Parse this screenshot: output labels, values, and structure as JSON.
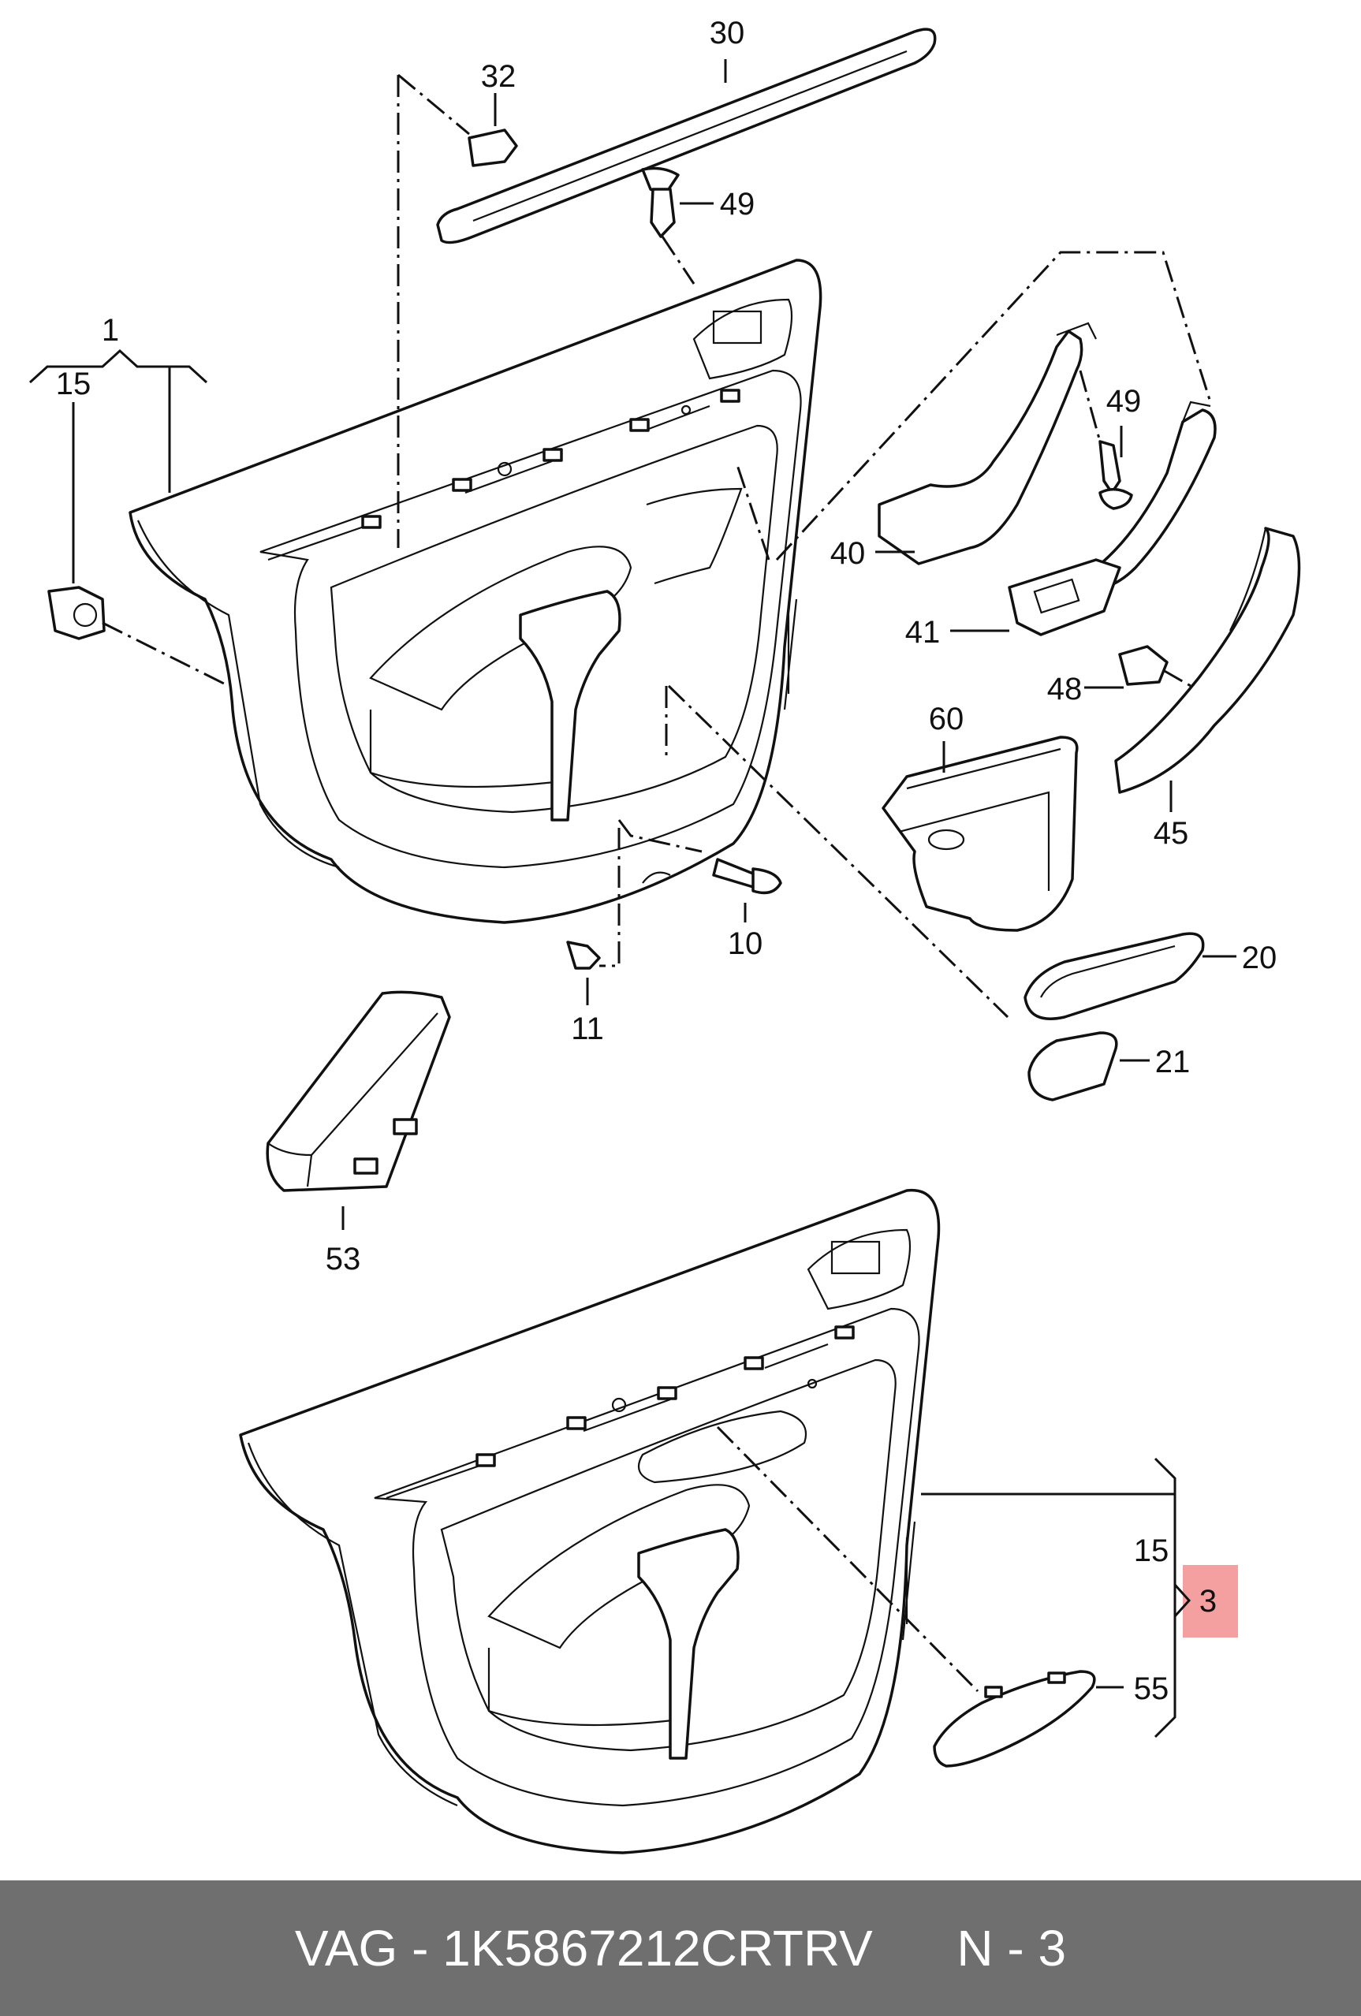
{
  "labels": {
    "l1": "1",
    "l3": "3",
    "l10": "10",
    "l11": "11",
    "l15a": "15",
    "l15b": "15",
    "l20": "20",
    "l21": "21",
    "l30": "30",
    "l32": "32",
    "l40": "40",
    "l41": "41",
    "l45": "45",
    "l48": "48",
    "l49a": "49",
    "l49b": "49",
    "l53": "53",
    "l55": "55",
    "l60": "60"
  },
  "highlight_color": "#f4a0a0",
  "footer": {
    "brand": "VAG",
    "separator": " - ",
    "part_number": "1K5867212CRTRV",
    "position": "N - 3"
  },
  "footer_bg": "#6f6f6f"
}
